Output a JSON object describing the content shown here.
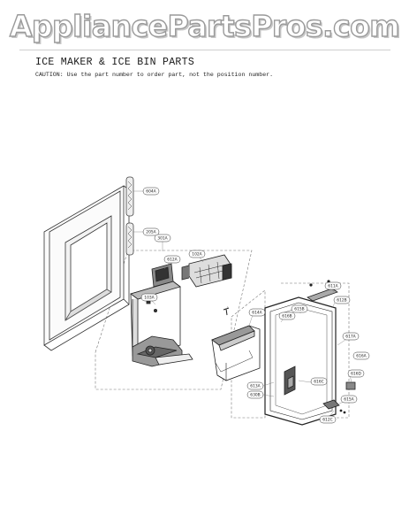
{
  "watermark": "AppliancePartsPros.com",
  "header": {
    "title": "ICE MAKER & ICE BIN PARTS",
    "caution": "CAUTION: Use the part number to order part, not the position number."
  },
  "callouts": [
    "604A",
    "205A",
    "301A",
    "612A",
    "102A",
    "103A",
    "614A",
    "615B",
    "611A",
    "612B",
    "617A",
    "616B",
    "613A",
    "630B",
    "616C",
    "616D",
    "615A",
    "612C",
    "616A"
  ]
}
